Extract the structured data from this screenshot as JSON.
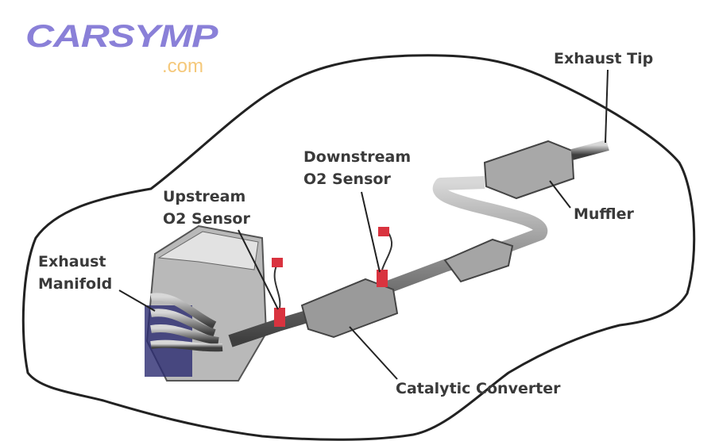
{
  "logo": {
    "main": "CARSYMP",
    "suffix": ".com"
  },
  "labels": {
    "exhaust_tip": "Exhaust Tip",
    "downstream_line1": "Downstream",
    "downstream_line2": "O2 Sensor",
    "upstream_line1": "Upstream",
    "upstream_line2": "O2 Sensor",
    "manifold_line1": "Exhaust",
    "manifold_line2": "Manifold",
    "muffler": "Muffler",
    "catalytic": "Catalytic Converter"
  },
  "colors": {
    "logo": "#8a80d8",
    "logo_suffix": "#f5c87a",
    "sensor": "#d9333f",
    "pipe": "#8a8a8a",
    "label": "#3a3a3a"
  }
}
